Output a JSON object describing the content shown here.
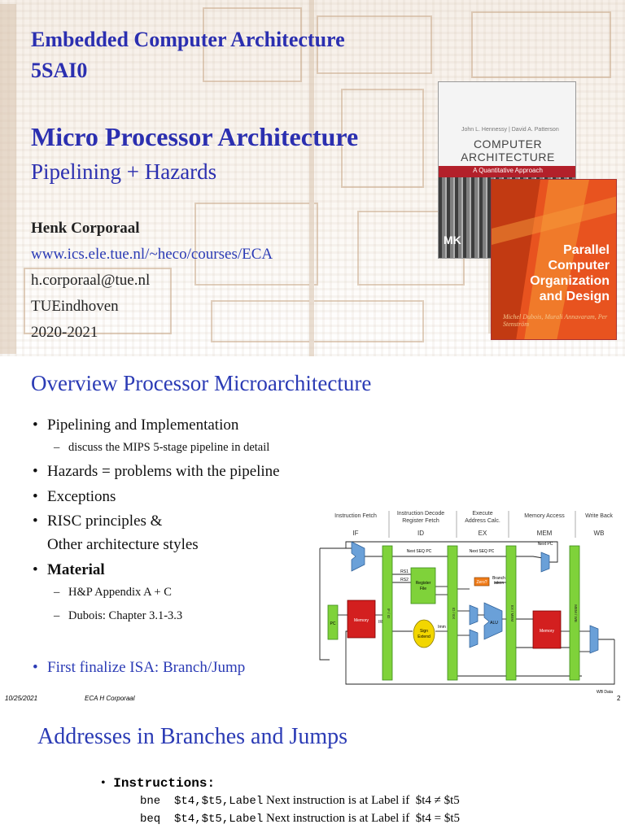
{
  "slide1": {
    "title_line1": "Embedded Computer Architecture",
    "title_line2": "5SAI0",
    "heading": "Micro Processor Architecture",
    "subheading": "Pipelining + Hazards",
    "author": "Henk Corporaal",
    "url": "www.ics.ele.tue.nl/~heco/courses/ECA",
    "email": "h.corporaal@tue.nl",
    "affiliation": "TUEindhoven",
    "year": "2020-2021",
    "book1": {
      "authors": "John L. Hennessy | David A. Patterson",
      "title_line1": "COMPUTER",
      "title_line2": "ARCHITECTURE",
      "subtitle": "A Quantitative Approach",
      "publisher": "MK"
    },
    "book2": {
      "line1": "Parallel",
      "line2": "Computer",
      "line3": "Organization",
      "line4": "and Design",
      "authors": "Michel Dubois, Murali Annavaram, Per Stenström"
    }
  },
  "slide2": {
    "title": "Overview Processor Microarchitecture",
    "b1": "Pipelining and Implementation",
    "b1_sub": "discuss the MIPS 5-stage pipeline in detail",
    "b2": "Hazards = problems with the pipeline",
    "b3": "Exceptions",
    "b4_line1": "RISC principles &",
    "b4_line2": "Other architecture styles",
    "b5": "Material",
    "b5_sub1": "H&P Appendix A + C",
    "b5_sub2": "Dubois: Chapter 3.1-3.3",
    "b6": "First finalize ISA: Branch/Jump",
    "footer_date": "10/25/2021",
    "footer_center": "ECA H Corporaal",
    "page_number": "2",
    "diagram": {
      "stage1_name": "Instruction Fetch",
      "stage1_abbr": "IF",
      "stage2_name_l1": "Instruction Decode",
      "stage2_name_l2": "Register Fetch",
      "stage2_abbr": "ID",
      "stage3_name_l1": "Execute",
      "stage3_name_l2": "Address Calc.",
      "stage3_abbr": "EX",
      "stage4_name": "Memory Access",
      "stage4_abbr": "MEM",
      "stage5_name": "Write Back",
      "stage5_abbr": "WB",
      "next_seq_pc_1": "Next SEQ PC",
      "next_seq_pc_2": "Next SEQ PC",
      "next_pc": "Next PC",
      "rs1": "RS1",
      "rs2": "RS2",
      "register_file_l1": "Register",
      "register_file_l2": "File",
      "memory1": "Memory",
      "memory2": "Memory",
      "sign_extend_l1": "Sign",
      "sign_extend_l2": "Extend",
      "imm": "Imm",
      "zero": "Zero?",
      "branch_taken_l1": "Branch",
      "branch_taken_l2": "taken",
      "alu": "ALU",
      "wb_data": "WB Data",
      "if_id": "IF / ID",
      "id_ex": "ID / EX",
      "ex_mem": "EX / MEM",
      "mem_wb": "MEM / WB",
      "pc": "PC",
      "ir": "IR",
      "mux": "MUX",
      "add": "Adder"
    }
  },
  "slide3": {
    "title": "Addresses in Branches and Jumps",
    "bullet": "Instructions:",
    "row1_code": "bne  $t4,$t5,Label",
    "row1_text": "Next instruction is at Label if  $t4 ≠ $t5",
    "row2_code": "beq  $t4,$t5,Label",
    "row2_text": "Next instruction is at Label if  $t4 = $t5"
  }
}
